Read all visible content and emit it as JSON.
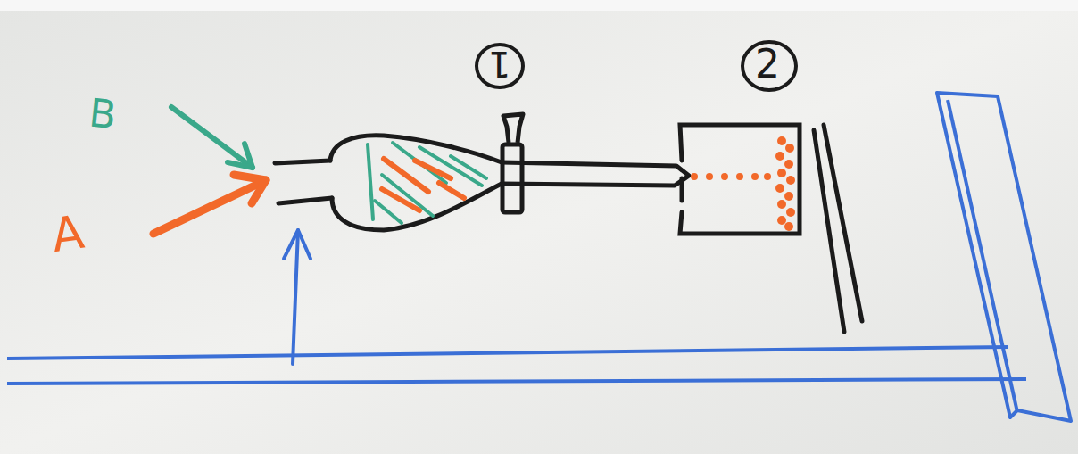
{
  "diagram": {
    "labels": [
      "A",
      "B",
      "1",
      "2"
    ]
  }
}
